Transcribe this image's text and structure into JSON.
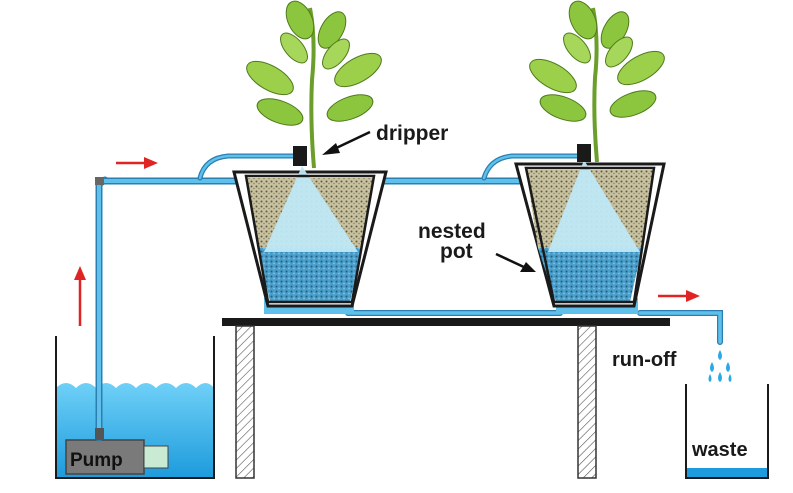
{
  "labels": {
    "dripper": "dripper",
    "nested_line1": "nested",
    "nested_line2": "pot",
    "runoff": "run-off",
    "waste": "waste",
    "pump": "Pump"
  },
  "colors": {
    "water": "#2aa9e6",
    "water_light": "#bfe8f6",
    "pipe": "#3aa3d8",
    "arrow": "#e02424",
    "leaf": "#8cc63f",
    "stem": "#6b9e2a",
    "table": "#1a1a1a",
    "soil": "#3a7aa8"
  }
}
